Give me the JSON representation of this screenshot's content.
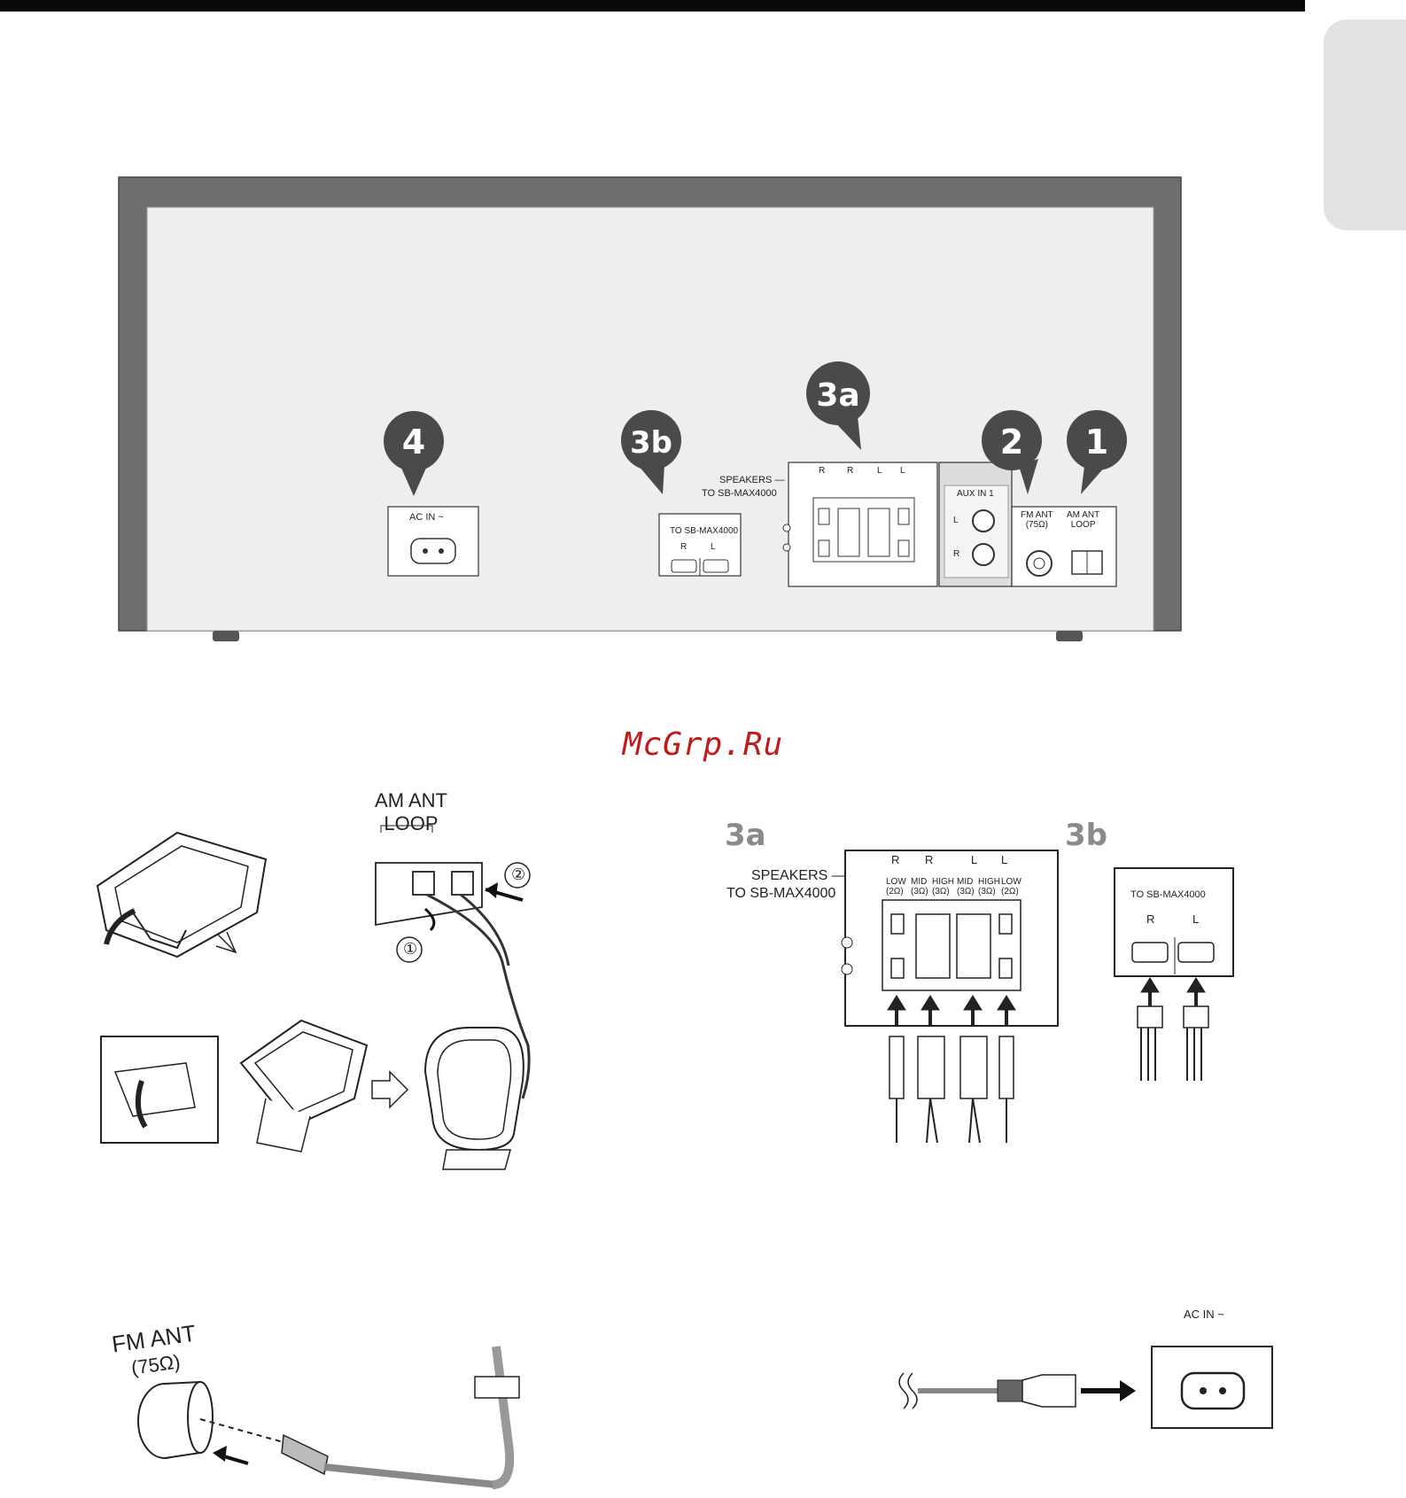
{
  "watermark": "McGrp.Ru",
  "rear_panel": {
    "callouts": [
      "4",
      "3b",
      "3a",
      "2",
      "1"
    ],
    "ac_in_label": "AC IN ~",
    "to_speakers_label": "TO SB-MAX4000",
    "to_R": "R",
    "to_L": "L",
    "speakers_label_line1": "SPEAKERS —",
    "speakers_label_line2": "TO SB-MAX4000",
    "speaker_channels": [
      "R",
      "R",
      "L",
      "L"
    ],
    "speaker_impedances": [
      "LOW\n(2Ω)",
      "MID\n(3Ω)",
      "HIGH\n(3Ω)",
      "MID\n(3Ω)",
      "HIGH\n(3Ω)",
      "LOW\n(2Ω)"
    ],
    "aux_label": "AUX IN 1",
    "aux_L": "L",
    "aux_R": "R",
    "fm_ant_label": "FM ANT\n(75Ω)",
    "am_ant_label": "AM ANT\nLOOP"
  },
  "am_section": {
    "title_line1": "AM ANT",
    "title_line2": "LOOP",
    "step1": "①",
    "step2": "②"
  },
  "speaker_section": {
    "heading_3a": "3a",
    "heading_3b": "3b",
    "speakers_line1": "SPEAKERS —",
    "speakers_line2": "TO SB-MAX4000",
    "ch_labels": [
      "R",
      "R",
      "L",
      "L"
    ],
    "imp_low1": "LOW (2Ω)",
    "imp_mid1": "MID (3Ω)",
    "imp_high1": "HIGH (3Ω)",
    "imp_mid2": "MID (3Ω)",
    "imp_high2": "HIGH (3Ω)",
    "imp_low2": "LOW (2Ω)",
    "to_label": "TO SB-MAX4000",
    "to_R": "R",
    "to_L": "L"
  },
  "fm_section": {
    "label_line1": "FM ANT",
    "label_line2": "(75Ω)"
  },
  "ac_section": {
    "label": "AC IN ~"
  }
}
